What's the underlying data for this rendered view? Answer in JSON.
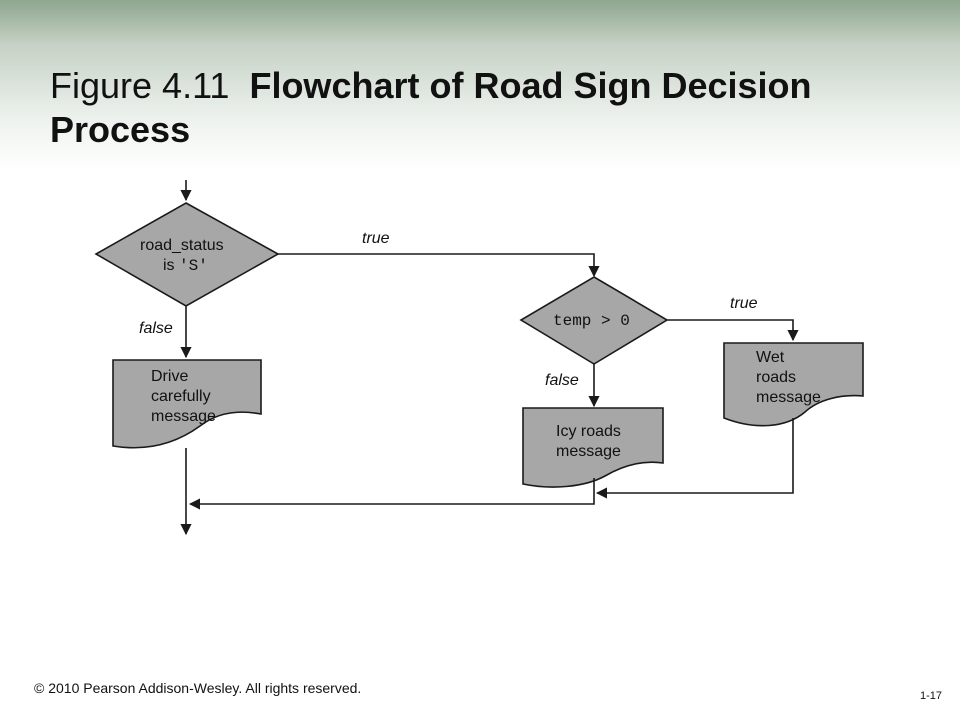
{
  "title": {
    "prefix": "Figure 4.11",
    "bold": "Flowchart of Road Sign Decision Process"
  },
  "diagram": {
    "decision_road_status": {
      "line1": "road_status",
      "line2": "is ",
      "line2_code": "'S'"
    },
    "decision_temp": {
      "code": "temp > 0"
    },
    "drive_msg": {
      "lines": [
        "Drive",
        "carefully",
        "message"
      ]
    },
    "icy_msg": {
      "lines": [
        "Icy roads",
        "message"
      ]
    },
    "wet_msg": {
      "lines": [
        "Wet",
        "roads",
        "message"
      ]
    },
    "edges": {
      "road_status_true": "true",
      "road_status_false": "false",
      "temp_true": "true",
      "temp_false": "false"
    },
    "colors": {
      "shape_fill": "#a7a7a7",
      "stroke": "#1a1a1a"
    }
  },
  "footer": {
    "copyright": "© 2010 Pearson Addison-Wesley. All rights reserved.",
    "slide_number": "1-17"
  }
}
